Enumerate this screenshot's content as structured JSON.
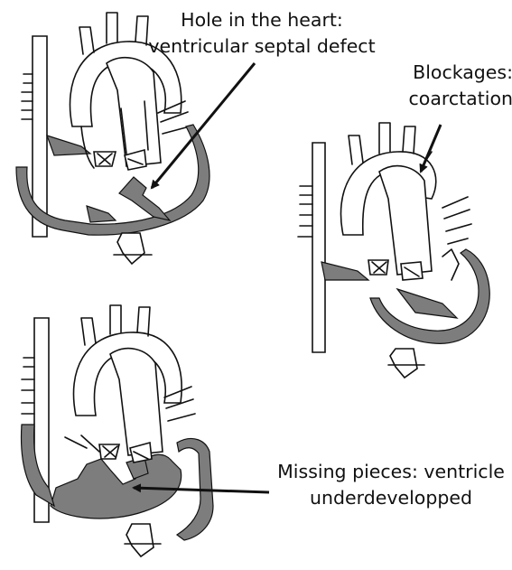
{
  "annotations": {
    "vsd": {
      "line1": "Hole in the heart:",
      "line2": "ventricular septal defect"
    },
    "coarctation": {
      "line1": "Blockages:",
      "line2": "coarctation"
    },
    "missing": {
      "line1": "Missing pieces: ventricle",
      "line2": "underdevelopped"
    }
  },
  "colors": {
    "shading": "#7d7d7d",
    "ink": "#111111",
    "background": "#ffffff"
  },
  "figures": [
    "heart-diagram-vsd",
    "heart-diagram-coarctation",
    "heart-diagram-hypoplastic-ventricle"
  ]
}
